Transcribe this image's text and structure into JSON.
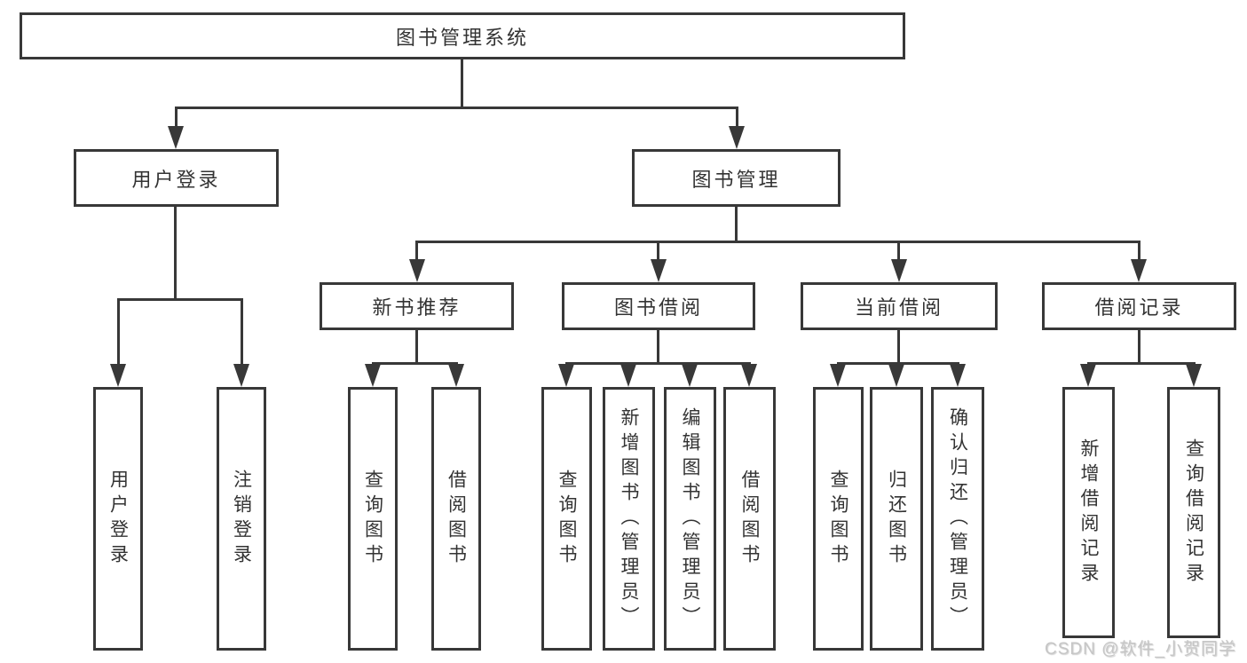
{
  "tree": {
    "root": "图书管理系统",
    "branches": [
      {
        "label": "用户登录",
        "children": [
          "用户登录",
          "注销登录"
        ]
      },
      {
        "label": "图书管理",
        "children": [
          {
            "label": "新书推荐",
            "children": [
              "查询图书",
              "借阅图书"
            ]
          },
          {
            "label": "图书借阅",
            "children": [
              "查询图书",
              "新增图书（管理员）",
              "编辑图书（管理员）",
              "借阅图书"
            ]
          },
          {
            "label": "当前借阅",
            "children": [
              "查询图书",
              "归还图书",
              "确认归还（管理员）"
            ]
          },
          {
            "label": "借阅记录",
            "children": [
              "新增借阅记录",
              "查询借阅记录"
            ]
          }
        ]
      }
    ]
  },
  "watermark": "CSDN @软件_小贺同学",
  "colors": {
    "line": "#383838",
    "box_background": "#ffffff",
    "text": "#333333",
    "watermark": "#c6c6c6"
  }
}
